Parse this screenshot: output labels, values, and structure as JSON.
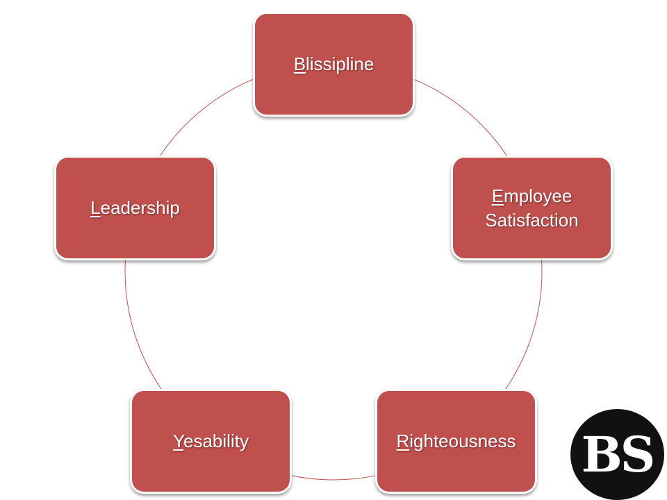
{
  "diagram": {
    "cycle_color": "#c0504d",
    "node_fill": "#c0504d",
    "text_color": "#ffffff",
    "nodes": [
      {
        "id": "b",
        "initial": "B",
        "rest": "lissipline",
        "second_line": ""
      },
      {
        "id": "e",
        "initial": "E",
        "rest": "mployee",
        "second_line": "Satisfaction"
      },
      {
        "id": "r",
        "initial": "R",
        "rest": "ighteousness",
        "second_line": ""
      },
      {
        "id": "y",
        "initial": "Y",
        "rest": "esability",
        "second_line": ""
      },
      {
        "id": "l",
        "initial": "L",
        "rest": "eadership",
        "second_line": ""
      }
    ]
  },
  "logo": {
    "text": "BS"
  }
}
